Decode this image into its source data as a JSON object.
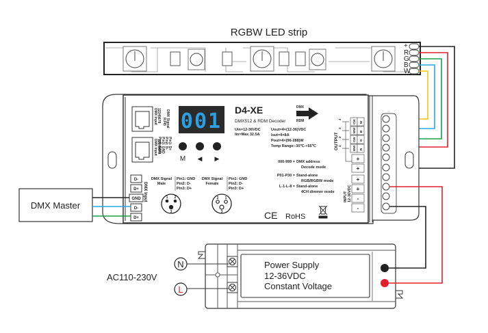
{
  "strip": {
    "title": "RGBW LED strip",
    "pins": [
      "+",
      "R",
      "G",
      "B",
      "W"
    ]
  },
  "decoder": {
    "model": "D4-XE",
    "subtitle": "DMX512 & RDM Decoder",
    "display_value": "001",
    "buttons": [
      "M",
      "◀",
      "▶"
    ],
    "dmx_rdm_arrow": [
      "DMX",
      "RDM"
    ],
    "rj45_labels": [
      "DMX Input",
      "DMX Input"
    ],
    "rj45_pins": "12345678",
    "rj45_heading": [
      "DMX Signal",
      "RJ45"
    ],
    "rj45_pinout": [
      "Pin1: D+",
      "Pin2: D-",
      "Pin3: GND",
      "Pin6: GND"
    ],
    "spec_left": [
      "Uin=12-36VDC",
      "Iin=Max 32.5A"
    ],
    "spec_right": [
      "Uout=4×(12-36)VDC",
      "Iout=4×8A",
      "Pout=4×(96-288)W",
      "Temp Range:-30℃-+55℃"
    ],
    "modes": [
      {
        "code": "000-999 =",
        "desc": [
          "DMX address",
          "Decode mode"
        ]
      },
      {
        "code": "P01-P30 =",
        "desc": [
          "Stand-alone",
          "RGB/RGBW mode"
        ]
      },
      {
        "code": "L-1-L-8 =",
        "desc": [
          "Stand-alone",
          "4CH dimmer mode"
        ]
      }
    ],
    "xlr_male": {
      "title": [
        "DMX Signal",
        "Male"
      ],
      "pins": [
        "Pin1: GND",
        "Pin2: D-",
        "Pin3: D+"
      ],
      "numbers": [
        "1",
        "2",
        "3"
      ]
    },
    "xlr_female": {
      "title": [
        "DMX Signal",
        "Female"
      ],
      "pins": [
        "Pin1: GND",
        "Pin2: D-",
        "Pin3: D+"
      ],
      "numbers": [
        "2",
        "1",
        "3"
      ]
    },
    "dmx_terminals": [
      "D-",
      "D+",
      "GND",
      "D-",
      "D+"
    ],
    "dmx_terminals_label": "DMX Input",
    "output_label": "OUTPUT",
    "output_channels": [
      {
        "num": "4",
        "a": "CW",
        "b": "W"
      },
      {
        "num": "3",
        "a": "WW",
        "b": "B"
      },
      {
        "num": "2",
        "a": "CW",
        "b": "G"
      },
      {
        "num": "1",
        "a": "WW",
        "b": "R"
      }
    ],
    "input_label": [
      "INPUT",
      "12-36VDC"
    ],
    "power_terminals": [
      "+",
      "+",
      "+",
      "+",
      "-",
      "-"
    ],
    "certs": {
      "ce": "CE",
      "rohs": "RoHS"
    }
  },
  "dmx_master": {
    "label": "DMX Master"
  },
  "power_supply": {
    "lines": [
      "Power Supply",
      "12-36VDC",
      "Constant Voltage"
    ],
    "ac_label": "AC110-230V",
    "n_label": "N",
    "l_label": "L"
  },
  "colors": {
    "red": "#e2202c",
    "green": "#1fa04a",
    "blue": "#29a8df",
    "yellow": "#f5c518",
    "black": "#222222",
    "display_bg": "#2b2b2b",
    "display_digits": "#2b9fe0"
  }
}
